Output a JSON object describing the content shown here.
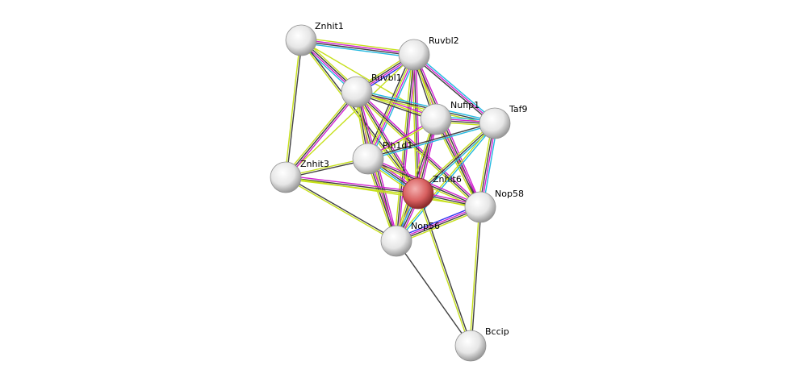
{
  "network": {
    "edge_colors": {
      "y": "#c6e01a",
      "m": "#d020d0",
      "k": "#404040",
      "c": "#20b8e0",
      "b": "#3030f0"
    },
    "node_fill_default": "#e8e8e8",
    "query_node_fill": "#d96a6a",
    "nodes": [
      {
        "id": "Znhit1",
        "label": "Znhit1"
      },
      {
        "id": "Ruvbl2",
        "label": "Ruvbl2"
      },
      {
        "id": "Ruvbl1",
        "label": "Ruvbl1"
      },
      {
        "id": "Nufip1",
        "label": "Nufip1"
      },
      {
        "id": "Taf9",
        "label": "Taf9"
      },
      {
        "id": "Pih1d1",
        "label": "Pih1d1"
      },
      {
        "id": "Znhit3",
        "label": "Znhit3"
      },
      {
        "id": "Znhit6",
        "label": "Znhit6",
        "query": true
      },
      {
        "id": "Nop58",
        "label": "Nop58"
      },
      {
        "id": "Nop56",
        "label": "Nop56"
      },
      {
        "id": "Bccip",
        "label": "Bccip"
      }
    ],
    "edges": [
      [
        "Znhit1",
        "Ruvbl2",
        "ymkc"
      ],
      [
        "Znhit1",
        "Ruvbl1",
        "ykmc"
      ],
      [
        "Znhit1",
        "Znhit3",
        "ky"
      ],
      [
        "Znhit1",
        "Znhit6",
        "ky"
      ],
      [
        "Znhit1",
        "Nufip1",
        "y"
      ],
      [
        "Ruvbl2",
        "Ruvbl1",
        "bmky"
      ],
      [
        "Ruvbl2",
        "Nufip1",
        "myk"
      ],
      [
        "Ruvbl2",
        "Taf9",
        "cmk"
      ],
      [
        "Ruvbl2",
        "Pih1d1",
        "cmyk"
      ],
      [
        "Ruvbl2",
        "Znhit6",
        "mky"
      ],
      [
        "Ruvbl2",
        "Nop56",
        "mky"
      ],
      [
        "Ruvbl2",
        "Nop58",
        "mky"
      ],
      [
        "Ruvbl2",
        "Znhit3",
        "y"
      ],
      [
        "Ruvbl1",
        "Nufip1",
        "myk"
      ],
      [
        "Ruvbl1",
        "Taf9",
        "cky"
      ],
      [
        "Ruvbl1",
        "Pih1d1",
        "mky"
      ],
      [
        "Ruvbl1",
        "Znhit3",
        "mky"
      ],
      [
        "Ruvbl1",
        "Znhit6",
        "mky"
      ],
      [
        "Ruvbl1",
        "Nop56",
        "mky"
      ],
      [
        "Ruvbl1",
        "Nop58",
        "mky"
      ],
      [
        "Nufip1",
        "Taf9",
        "cmky"
      ],
      [
        "Nufip1",
        "Pih1d1",
        "ym"
      ],
      [
        "Nufip1",
        "Znhit6",
        "mky"
      ],
      [
        "Nufip1",
        "Nop56",
        "mky"
      ],
      [
        "Nufip1",
        "Nop58",
        "mky"
      ],
      [
        "Taf9",
        "Pih1d1",
        "ck"
      ],
      [
        "Taf9",
        "Znhit6",
        "cky"
      ],
      [
        "Taf9",
        "Nop56",
        "cy"
      ],
      [
        "Taf9",
        "Nop58",
        "cmky"
      ],
      [
        "Pih1d1",
        "Znhit3",
        "ky"
      ],
      [
        "Pih1d1",
        "Znhit6",
        "mkcy"
      ],
      [
        "Pih1d1",
        "Nop56",
        "mky"
      ],
      [
        "Pih1d1",
        "Nop58",
        "mky"
      ],
      [
        "Znhit3",
        "Znhit6",
        "mky"
      ],
      [
        "Znhit3",
        "Nop56",
        "ky"
      ],
      [
        "Znhit3",
        "Nop58",
        "y"
      ],
      [
        "Znhit6",
        "Nop58",
        "mky"
      ],
      [
        "Znhit6",
        "Nop56",
        "mkcy"
      ],
      [
        "Znhit6",
        "Bccip",
        "ky"
      ],
      [
        "Nop56",
        "Nop58",
        "bmky"
      ],
      [
        "Nop56",
        "Bccip",
        "k"
      ],
      [
        "Nop58",
        "Bccip",
        "ky"
      ]
    ]
  }
}
